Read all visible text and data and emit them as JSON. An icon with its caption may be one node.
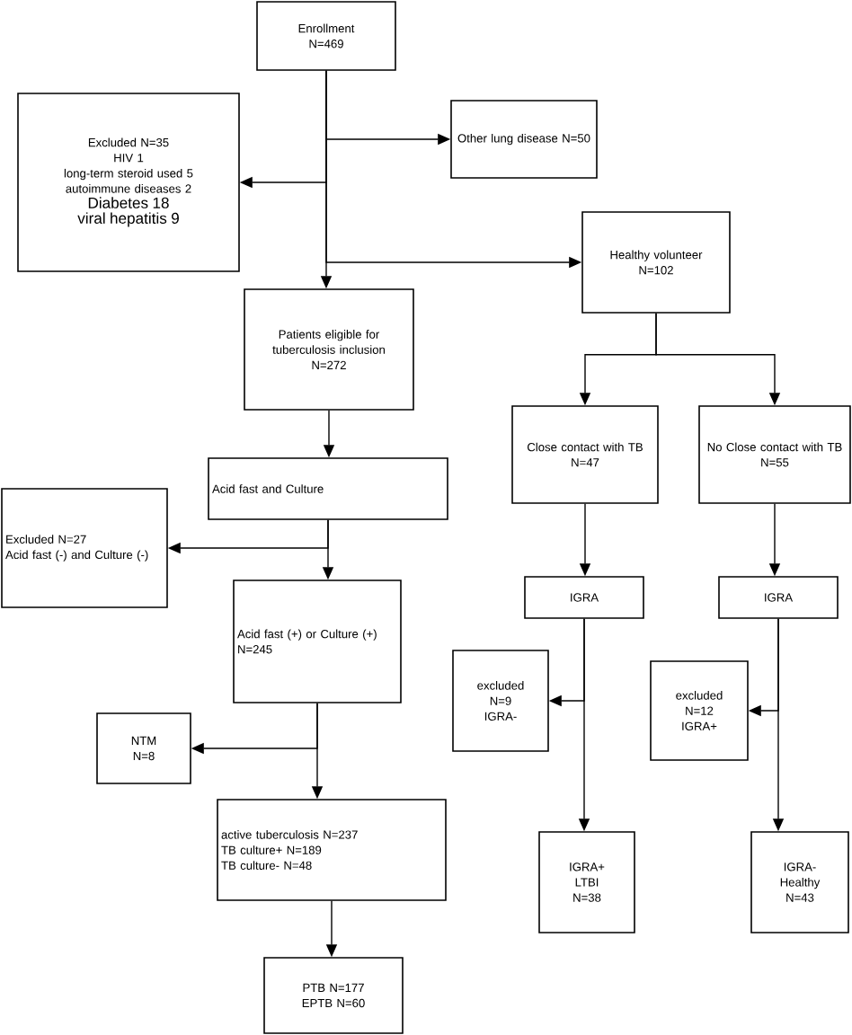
{
  "diagram": {
    "nodes": [
      {
        "text": [
          "Enrollment",
          "N=469"
        ]
      },
      {
        "text": [
          "Excluded N=35",
          "HIV 1",
          "long-term steroid used 5",
          "autoimmune diseases 2",
          "Diabetes 18",
          "viral hepatitis 9"
        ]
      },
      {
        "text": [
          "Other lung disease N=50"
        ]
      },
      {
        "text": [
          "Healthy volunteer",
          "N=102"
        ]
      },
      {
        "text": [
          "Patients eligible for tuberculosis inclusion",
          "N=272"
        ]
      },
      {
        "text": [
          "Acid fast and Culture"
        ]
      },
      {
        "text": [
          "Excluded N=27",
          "Acid fast (-) and Culture (-)"
        ]
      },
      {
        "text": [
          "Acid fast (+) or Culture (+)",
          "N=245"
        ]
      },
      {
        "text": [
          "NTM",
          "N=8"
        ]
      },
      {
        "text": [
          "active tuberculosis N=237",
          "TB culture+ N=189",
          "TB culture- N=48"
        ]
      },
      {
        "text": [
          "PTB N=177",
          "EPTB N=60"
        ]
      },
      {
        "text": [
          "Close contact with TB",
          "N=47"
        ]
      },
      {
        "text": [
          "No Close contact with TB",
          "N=55"
        ]
      },
      {
        "text": [
          "IGRA"
        ]
      },
      {
        "text": [
          "IGRA"
        ]
      },
      {
        "text": [
          "excluded",
          "N=9",
          "IGRA-"
        ]
      },
      {
        "text": [
          "excluded",
          "N=12",
          "IGRA+"
        ]
      },
      {
        "text": [
          "IGRA+",
          "LTBI",
          "N=38"
        ]
      },
      {
        "text": [
          "IGRA-",
          "Healthy",
          "N=43"
        ]
      }
    ],
    "edges": [
      {
        "from": 0,
        "to": 1,
        "arrow": "to"
      },
      {
        "from": 0,
        "to": 2,
        "arrow": "to"
      },
      {
        "from": 0,
        "to": 3,
        "arrow": "to"
      },
      {
        "from": 0,
        "to": 4,
        "arrow": "to"
      },
      {
        "from": 3,
        "to": 11,
        "arrow": "to"
      },
      {
        "from": 3,
        "to": 12,
        "arrow": "to"
      },
      {
        "from": 4,
        "to": 5,
        "arrow": "to"
      },
      {
        "from": 5,
        "to": 6,
        "arrow": "to"
      },
      {
        "from": 5,
        "to": 7,
        "arrow": "to"
      },
      {
        "from": 7,
        "to": 8,
        "arrow": "to"
      },
      {
        "from": 7,
        "to": 9,
        "arrow": "to"
      },
      {
        "from": 9,
        "to": 10,
        "arrow": "to"
      },
      {
        "from": 11,
        "to": 13,
        "arrow": "to"
      },
      {
        "from": 12,
        "to": 14,
        "arrow": "to"
      },
      {
        "from": 13,
        "to": 15,
        "arrow": "to"
      },
      {
        "from": 13,
        "to": 17,
        "arrow": "to"
      },
      {
        "from": 14,
        "to": 16,
        "arrow": "to"
      },
      {
        "from": 14,
        "to": 18,
        "arrow": "to"
      }
    ]
  }
}
